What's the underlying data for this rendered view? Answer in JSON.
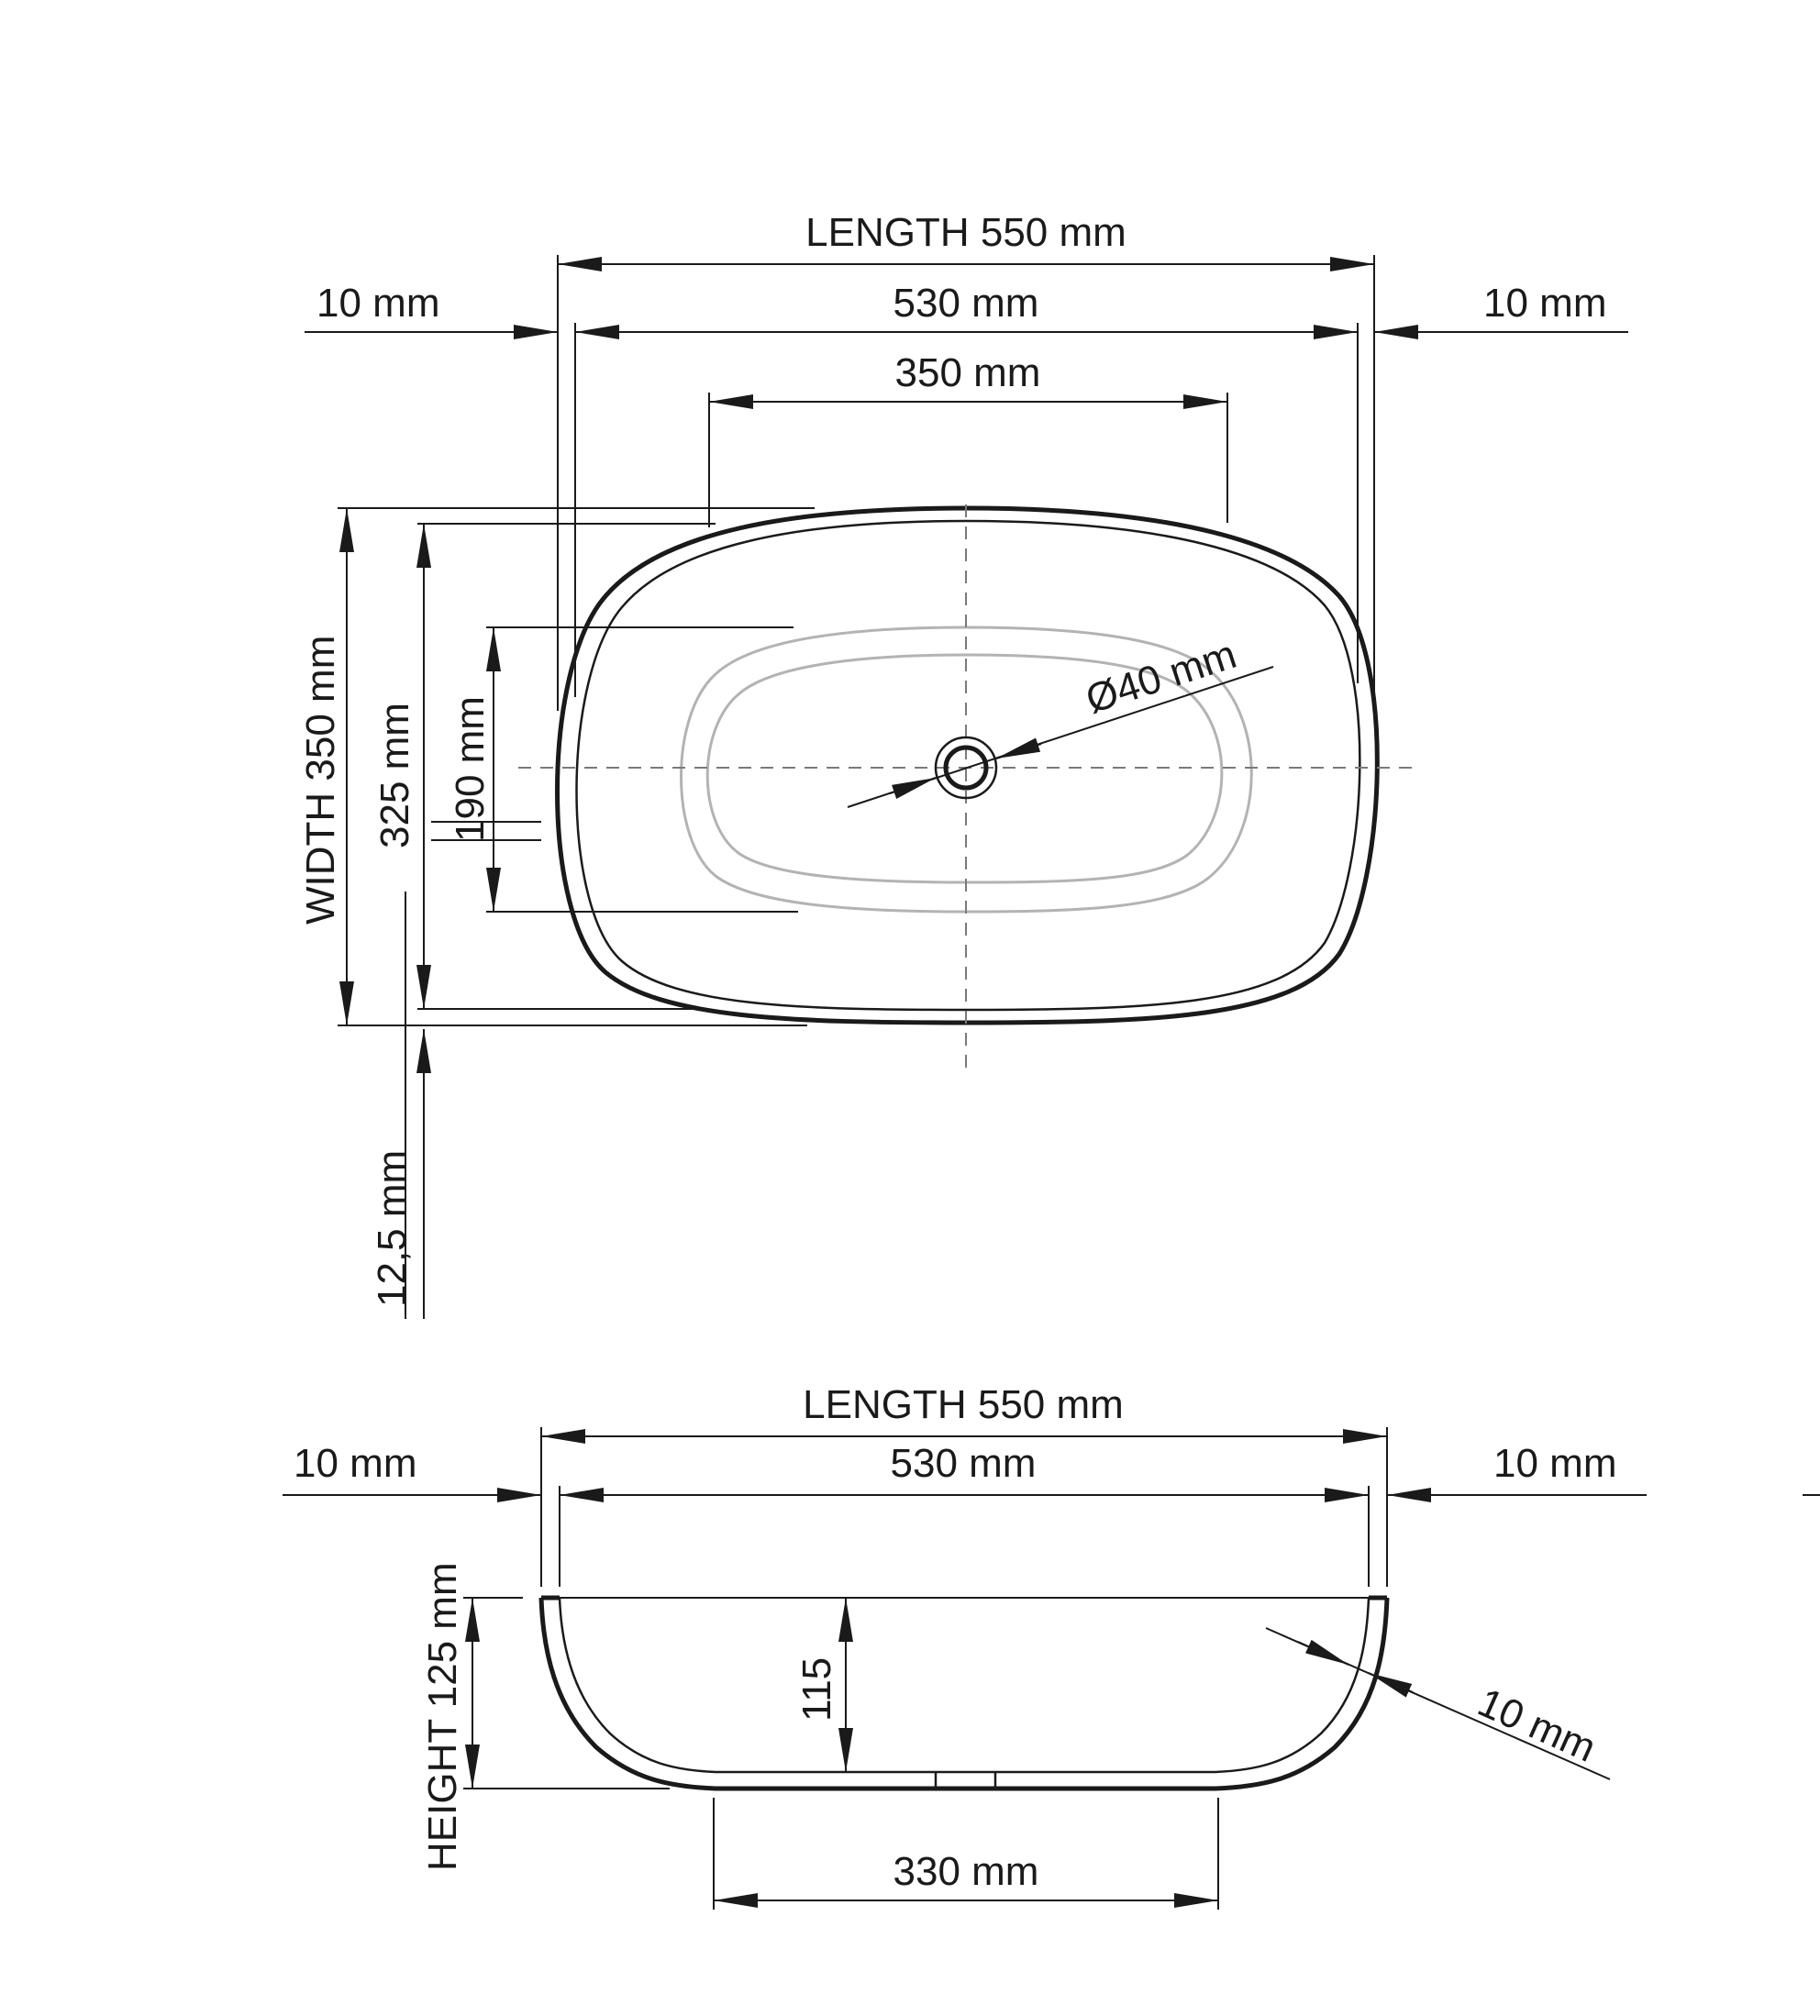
{
  "top_view": {
    "length": "LENGTH 550 mm",
    "inner_length": "530 mm",
    "left_rim": "10 mm",
    "right_rim": "10 mm",
    "basin_length": "350 mm",
    "width": "WIDTH 350 mm",
    "inner_width": "325 mm",
    "basin_width": "190 mm",
    "drain": "Ø40 mm",
    "offset": "12,5 mm"
  },
  "side_view": {
    "length": "LENGTH 550 mm",
    "inner_length": "530 mm",
    "left_rim": "10 mm",
    "right_rim": "10 mm",
    "height": "HEIGHT 125 mm",
    "depth": "115",
    "wall": "10 mm",
    "base": "330 mm"
  }
}
